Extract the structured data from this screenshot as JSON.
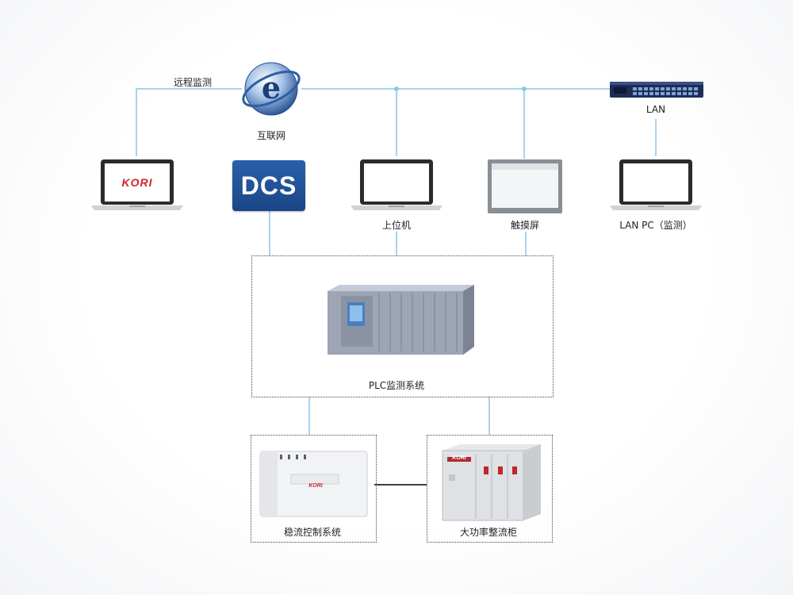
{
  "labels": {
    "remote": "远程监测",
    "internet": "互联网",
    "lan": "LAN",
    "host_pc": "上位机",
    "touch_screen": "触摸屏",
    "lan_pc": "LAN PC（监测）",
    "plc": "PLC监测系统",
    "steady_ctrl": "稳流控制系统",
    "rectifier": "大功率整流柜"
  },
  "logos": {
    "laptop_brand": "KORI",
    "dcs": "DCS",
    "cabinet_brand": "KORI",
    "controller_brand": "KORI"
  },
  "colors": {
    "link": "#8cc6ea",
    "dcs_bg": "#1e4f96",
    "kori_red": "#d2232a",
    "switch_body": "#1d2c55"
  },
  "icons": {
    "internet": "ie-globe-icon",
    "switch": "network-switch-icon",
    "laptop": "laptop-icon",
    "touch_screen": "touch-panel-icon",
    "plc": "plc-rack-icon",
    "controller": "control-box-icon",
    "cabinet": "rectifier-cabinet-icon"
  }
}
